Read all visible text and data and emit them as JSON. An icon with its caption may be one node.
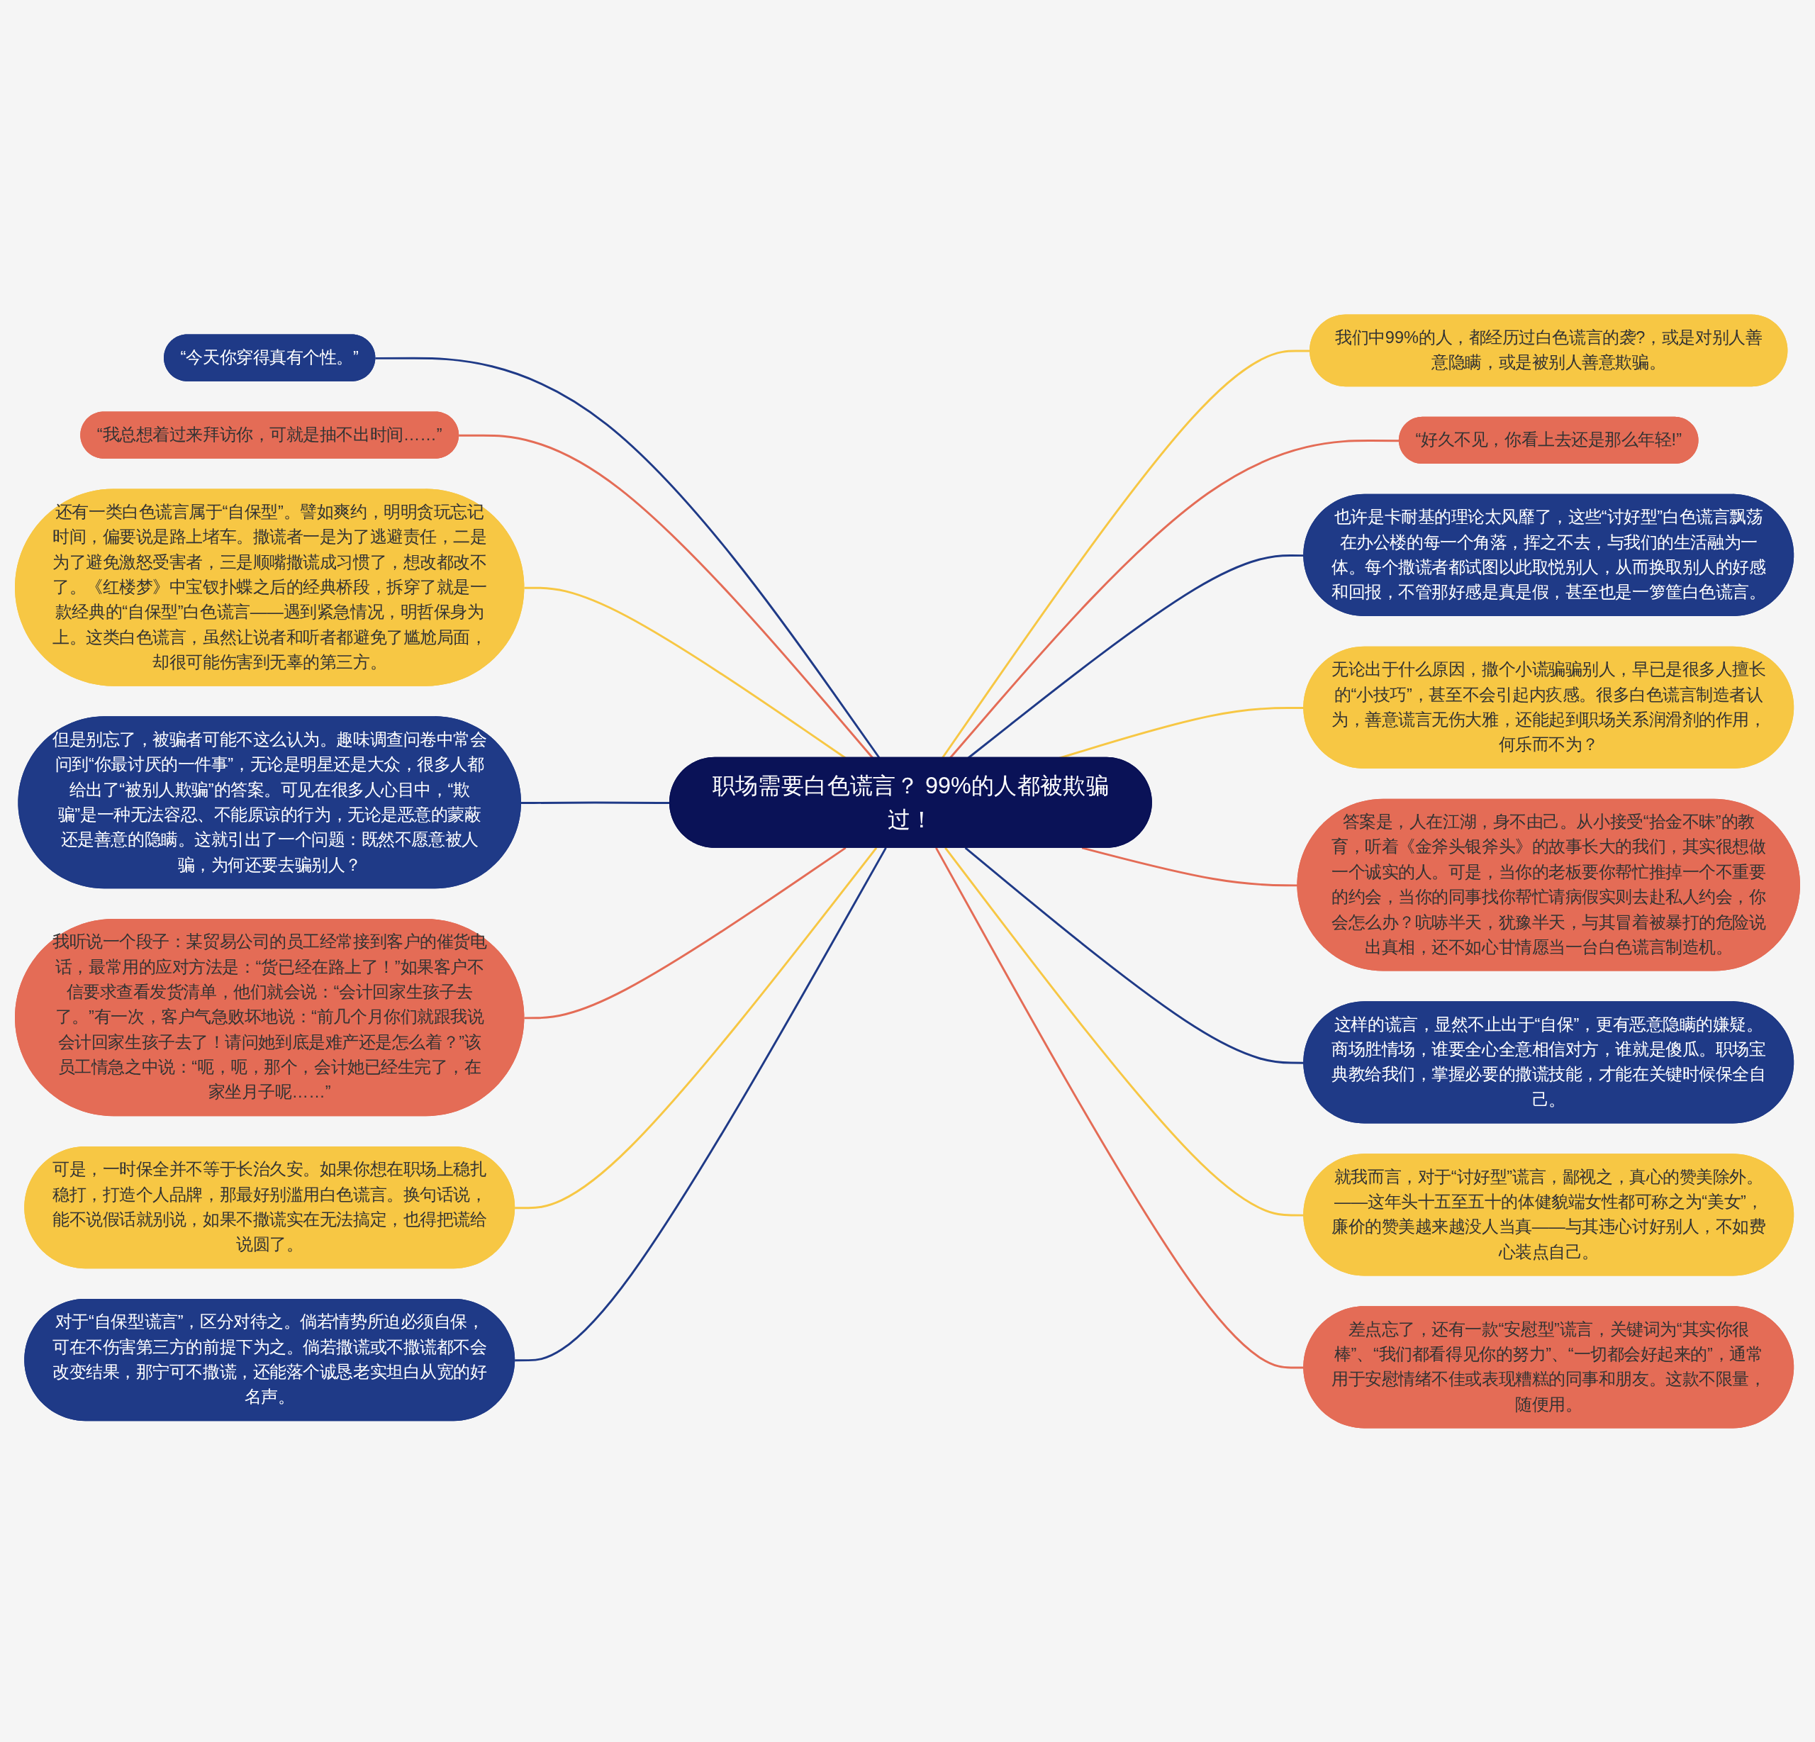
{
  "diagram": {
    "nodes": [
      {
        "text": [
          "职场需要白色谎言？ 99%的人都被欺骗过！"
        ]
      },
      {
        "text": [
          "“今天你穿得真有个性。”"
        ]
      },
      {
        "text": [
          "“我总想着过来拜访你，可就是抽不出时间……”"
        ]
      },
      {
        "text": [
          "还有一类白色谎言属于“自保型”。譬如爽约，明明贪玩忘记时间，偏要说是路上堵车。撒谎者一是为了逃避责任，二是为了避免激怒受害者，三是顺嘴撒谎成习惯了，想改都改不了。《红楼梦》中宝钗扑蝶之后的经典桥段，拆穿了就是一款经典的“自保型”白色谎言——遇到紧急情况，明哲保身为上。这类白色谎言，虽然让说者和听者都避免了尴尬局面，却很可能伤害到无辜的第三方。"
        ]
      },
      {
        "text": [
          "但是别忘了，被骗者可能不这么认为。趣味调查问卷中常会问到“你最讨厌的一件事”，无论是明星还是大众，很多人都给出了“被别人欺骗”的答案。可见在很多人心目中，“欺骗”是一种无法容忍、不能原谅的行为，无论是恶意的蒙蔽还是善意的隐瞒。这就引出了一个问题：既然不愿意被人骗，为何还要去骗别人？"
        ]
      },
      {
        "text": [
          "我听说一个段子：某贸易公司的员工经常接到客户的催货电话，最常用的应对方法是：“货已经在路上了！”如果客户不信要求查看发货清单，他们就会说：“会计回家生孩子去了。”有一次，客户气急败坏地说：“前几个月你们就跟我说会计回家生孩子去了！请问她到底是难产还是怎么着？”该员工情急之中说：“呃，呃，那个，会计她已经生完了，在家坐月子呢……”"
        ]
      },
      {
        "text": [
          "可是，一时保全并不等于长治久安。如果你想在职场上稳扎稳打，打造个人品牌，那最好别滥用白色谎言。换句话说，能不说假话就别说，如果不撒谎实在无法搞定，也得把谎给说圆了。"
        ]
      },
      {
        "text": [
          "对于“自保型谎言”，区分对待之。倘若情势所迫必须自保，可在不伤害第三方的前提下为之。倘若撒谎或不撒谎都不会改变结果，那宁可不撒谎，还能落个诚恳老实坦白从宽的好名声。"
        ]
      },
      {
        "text": [
          "我们中99%的人，都经历过白色谎言的袭?，或是对别人善意隐瞒，或是被别人善意欺骗。"
        ]
      },
      {
        "text": [
          "“好久不见，你看上去还是那么年轻!”"
        ]
      },
      {
        "text": [
          "也许是卡耐基的理论太风靡了，这些“讨好型”白色谎言飘荡在办公楼的每一个角落，挥之不去，与我们的生活融为一体。每个撒谎者都试图以此取悦别人，从而换取别人的好感和回报，不管那好感是真是假，甚至也是一箩筐白色谎言。"
        ]
      },
      {
        "text": [
          "无论出于什么原因，撒个小谎骗骗别人，早已是很多人擅长的“小技巧”，甚至不会引起内疚感。很多白色谎言制造者认为，善意谎言无伤大雅，还能起到职场关系润滑剂的作用，何乐而不为？"
        ]
      },
      {
        "text": [
          "答案是，人在江湖，身不由己。从小接受“拾金不昧”的教育，听着《金斧头银斧头》的故事长大的我们，其实很想做一个诚实的人。可是，当你的老板要你帮忙推掉一个不重要的约会，当你的同事找你帮忙请病假实则去赴私人约会，你会怎么办？吭哧半天，犹豫半天，与其冒着被暴打的危险说出真相，还不如心甘情愿当一台白色谎言制造机。"
        ]
      },
      {
        "text": [
          "这样的谎言，显然不止出于“自保”，更有恶意隐瞒的嫌疑。商场胜情场，谁要全心全意相信对方，谁就是傻瓜。职场宝典教给我们，掌握必要的撒谎技能，才能在关键时候保全自己。"
        ]
      },
      {
        "text": [
          "就我而言，对于“讨好型”谎言，鄙视之，真心的赞美除外。——这年头十五至五十的体健貌端女性都可称之为“美女”，廉价的赞美越来越没人当真——与其违心讨好别人，不如费心装点自己。"
        ]
      },
      {
        "text": [
          "差点忘了，还有一款“安慰型”谎言，关键词为“其实你很棒”、“我们都看得见你的努力”、“一切都会好起来的”，通常用于安慰情绪不佳或表现糟糕的同事和朋友。这款不限量，随便用。"
        ]
      }
    ],
    "edges": [
      {
        "from": 1,
        "to": 0,
        "arrow": "none",
        "color": "#1f3a87"
      },
      {
        "from": 2,
        "to": 0,
        "arrow": "none",
        "color": "#e46c56"
      },
      {
        "from": 3,
        "to": 0,
        "arrow": "none",
        "color": "#f7c744"
      },
      {
        "from": 4,
        "to": 0,
        "arrow": "none",
        "color": "#1f3a87"
      },
      {
        "from": 5,
        "to": 0,
        "arrow": "none",
        "color": "#e46c56"
      },
      {
        "from": 6,
        "to": 0,
        "arrow": "none",
        "color": "#f7c744"
      },
      {
        "from": 7,
        "to": 0,
        "arrow": "none",
        "color": "#1f3a87"
      },
      {
        "from": 0,
        "to": 8,
        "arrow": "none",
        "color": "#f7c744"
      },
      {
        "from": 0,
        "to": 9,
        "arrow": "none",
        "color": "#e46c56"
      },
      {
        "from": 0,
        "to": 10,
        "arrow": "none",
        "color": "#1f3a87"
      },
      {
        "from": 0,
        "to": 11,
        "arrow": "none",
        "color": "#f7c744"
      },
      {
        "from": 0,
        "to": 12,
        "arrow": "none",
        "color": "#e46c56"
      },
      {
        "from": 0,
        "to": 13,
        "arrow": "none",
        "color": "#1f3a87"
      },
      {
        "from": 0,
        "to": 14,
        "arrow": "none",
        "color": "#f7c744"
      },
      {
        "from": 0,
        "to": 15,
        "arrow": "none",
        "color": "#e46c56"
      }
    ]
  }
}
